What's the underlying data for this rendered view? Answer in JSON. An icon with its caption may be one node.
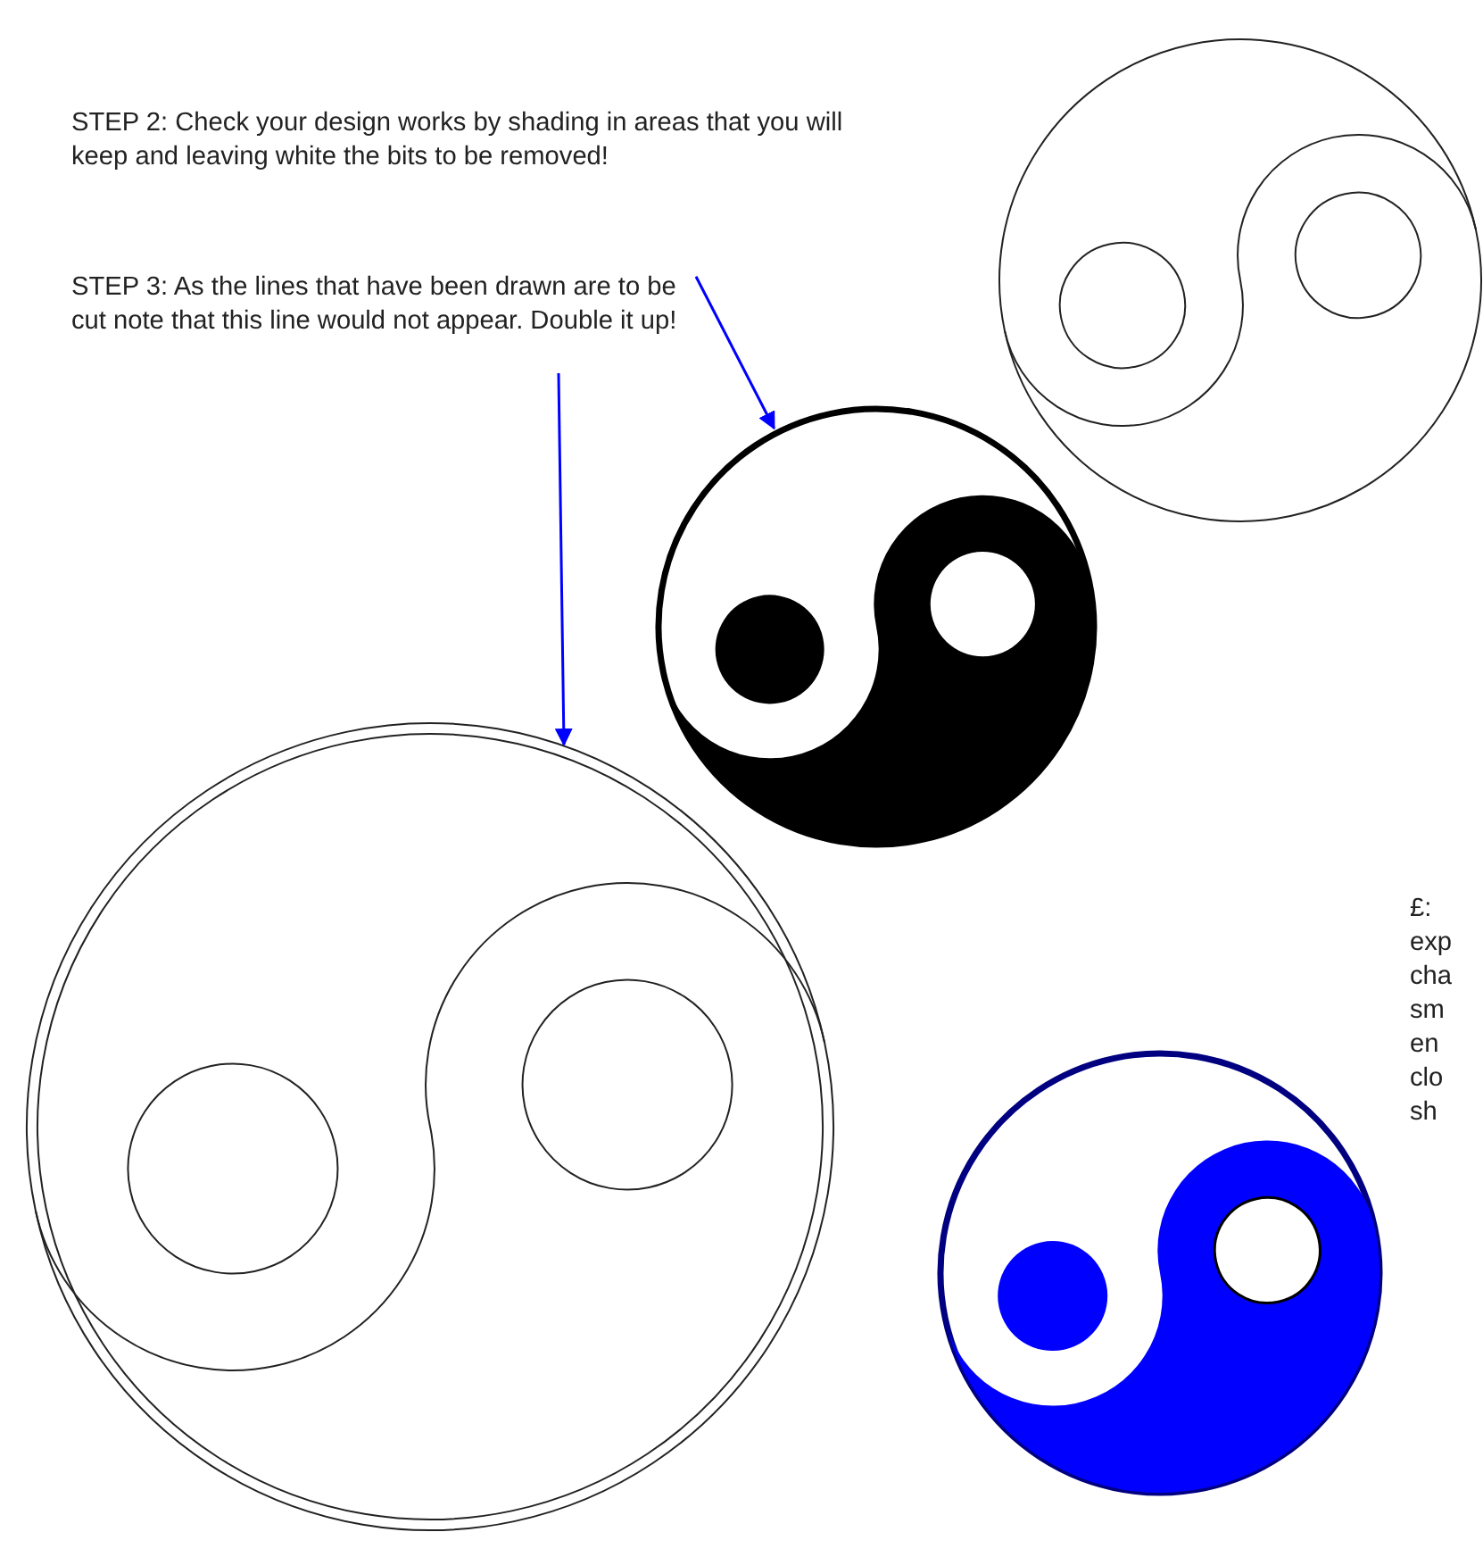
{
  "diagram": {
    "nodes": [
      {
        "text": [
          "STEP 3: As the lines that have been drawn are to be cut note that this line would not appear. Double it up!"
        ]
      },
      {
        "text": [],
        "shape": "picture"
      },
      {
        "text": [],
        "shape": "picture"
      }
    ],
    "edges": [
      {
        "from": 0,
        "to": 1,
        "arrow": "to"
      },
      {
        "from": 0,
        "to": 2,
        "arrow": "to"
      }
    ],
    "labels": [
      "STEP 2: Check your design works by shading in areas that you will keep and leaving white the bits to be removed!",
      "£: exp cha sm en clo sh"
    ]
  }
}
